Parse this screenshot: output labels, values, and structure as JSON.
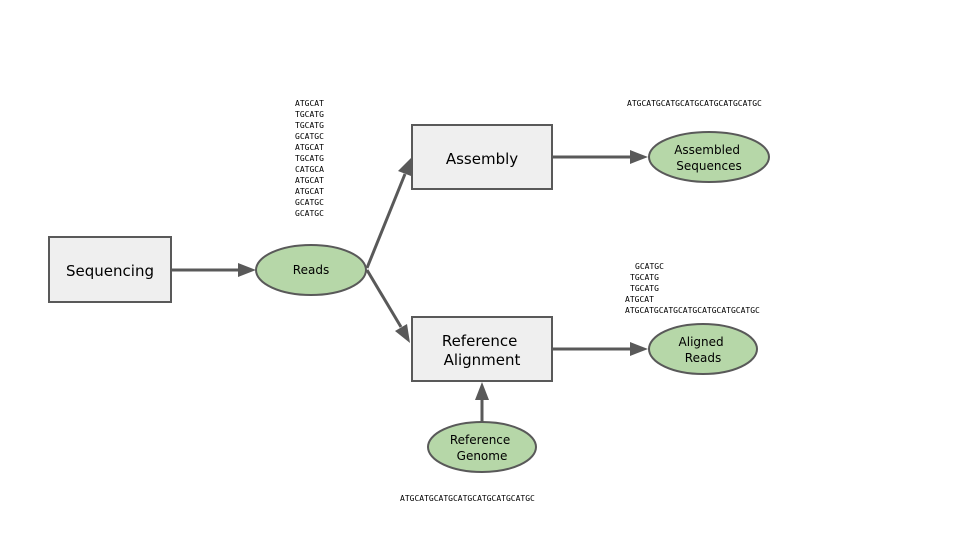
{
  "process_nodes": {
    "sequencing": "Sequencing",
    "assembly": "Assembly",
    "reference_alignment": [
      "Reference",
      "Alignment"
    ]
  },
  "data_nodes": {
    "reads": "Reads",
    "assembled_sequences": [
      "Assembled",
      "Sequences"
    ],
    "aligned_reads": [
      "Aligned",
      "Reads"
    ],
    "reference_genome": [
      "Reference",
      "Genome"
    ]
  },
  "sequences": {
    "reads_list": [
      "ATGCAT",
      "TGCATG",
      "TGCATG",
      "GCATGC",
      "ATGCAT",
      "TGCATG",
      "CATGCA",
      "ATGCAT",
      "ATGCAT",
      "GCATGC",
      "GCATGC"
    ],
    "assembled": "ATGCATGCATGCATGCATGCATGCATGC",
    "aligned_list": [
      "GCATGC",
      "TGCATG",
      "TGCATG",
      "ATGCAT",
      "ATGCATGCATGCATGCATGCATGCATGC"
    ],
    "reference": "ATGCATGCATGCATGCATGCATGCATGC"
  }
}
